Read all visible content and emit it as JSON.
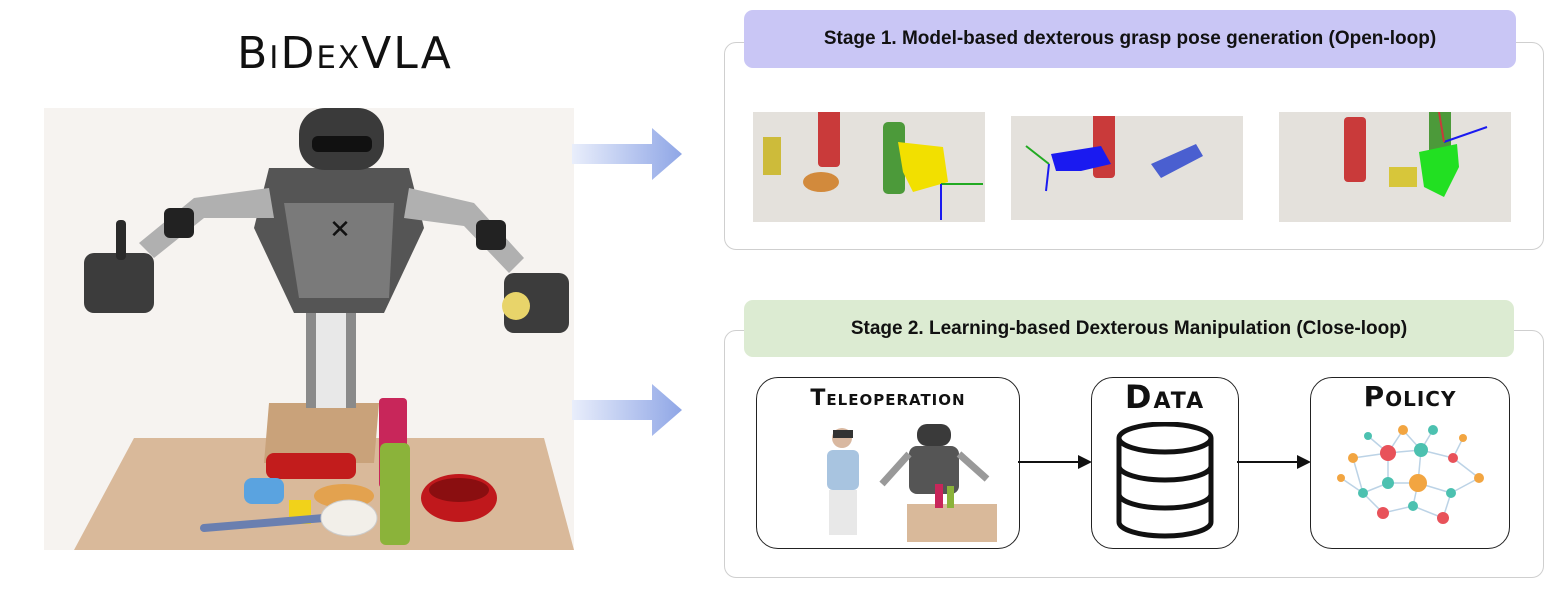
{
  "title": "BiDexVLA",
  "stage1": {
    "header": "Stage 1. Model-based dexterous grasp pose generation (Open-loop)"
  },
  "stage2": {
    "header": "Stage 2. Learning-based Dexterous Manipulation (Close-loop)",
    "teleoperation_label": "Teleoperation",
    "data_label": "Data",
    "policy_label": "Policy"
  },
  "robot_chest_mark": "✕",
  "colors": {
    "stage1_header": "#c9c6f5",
    "stage2_header": "#dcebd2",
    "arrow": "#8fa6e6",
    "grasp_yellow": "#f2e000",
    "grasp_blue": "#1a1af0",
    "grasp_green": "#22e022"
  }
}
